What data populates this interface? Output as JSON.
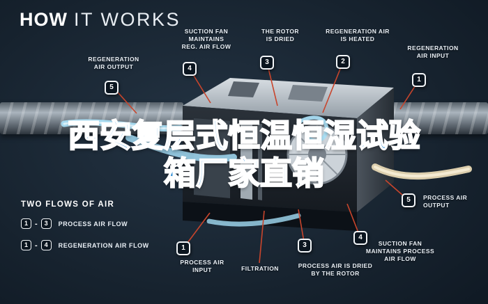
{
  "title": {
    "bold": "HOW",
    "light": "IT WORKS"
  },
  "watermark": {
    "text": "西安复层式恒温恒湿试验\n箱厂家直销"
  },
  "callouts": {
    "regen_output": {
      "num": "5",
      "label": "REGENERATION\nAIR OUTPUT"
    },
    "suction_reg": {
      "num": "4",
      "label": "SUCTION FAN\nMAINTAINS\nREG. AIR FLOW"
    },
    "rotor_dried": {
      "num": "3",
      "label": "THE ROTOR\nIS DRIED"
    },
    "regen_heated": {
      "num": "2",
      "label": "REGENERATION AIR\nIS HEATED"
    },
    "regen_input": {
      "num": "1",
      "label": "REGENERATION\nAIR INPUT"
    },
    "process_input": {
      "num": "1",
      "label": "PROCESS AIR\nINPUT"
    },
    "filtration": {
      "label": "FILTRATION"
    },
    "process_dried": {
      "num": "3",
      "label": "PROCESS AIR IS DRIED\nBY THE ROTOR"
    },
    "suction_process": {
      "num": "4",
      "label": "SUCTION FAN\nMAINTAINS PROCESS\nAIR FLOW"
    },
    "process_output": {
      "num": "5",
      "label": "PROCESS AIR\nOUTPUT"
    }
  },
  "legend": {
    "title": "TWO FLOWS OF AIR",
    "rows": [
      {
        "from": "1",
        "dash": "-",
        "to": "3",
        "label": "PROCESS AIR FLOW"
      },
      {
        "from": "1",
        "dash": "-",
        "to": "4",
        "label": "REGENERATION AIR FLOW"
      }
    ]
  },
  "colors": {
    "background": "#121c27",
    "leader_red": "#c9452c",
    "flow_blue": "#a9def4",
    "flow_cream": "#e7d8b4",
    "watermark_blue": "#1e86d4",
    "badge_border": "#ffffff"
  }
}
